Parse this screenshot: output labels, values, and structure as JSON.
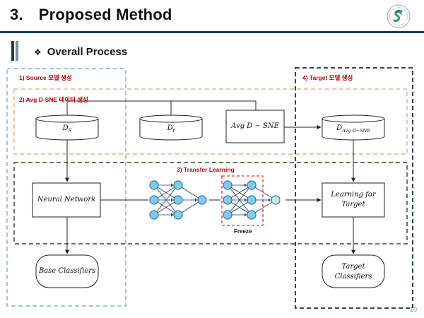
{
  "slide": {
    "number": "3.",
    "title": "Proposed Method",
    "section": "Overall Process",
    "section_bullet": "❖",
    "page_number": "10"
  },
  "regions": {
    "source": "1) Source 모델 생성",
    "avg_dsne": "2) Avg D-SNE 데이터 생성",
    "transfer": "3) Transfer Learning",
    "target": "4) Target 모델 생성"
  },
  "nodes": {
    "ds_base": "D",
    "ds_sub": "S",
    "dt_base": "D",
    "dt_sub": "t",
    "avg_dsne": "Avg D − SNE",
    "d_avg_base": "D",
    "d_avg_sub": "Avg D−SNE",
    "neural_network": "Neural Network",
    "learning_target_line1": "Learning for",
    "learning_target_line2": "Target",
    "base_classifiers": "Base Classifiers",
    "target_classifiers_line1": "Target",
    "target_classifiers_line2": "Classifiers"
  },
  "freeze_label": "Freeze",
  "colors": {
    "title_rule": "#1b3a5e",
    "source_box": "#8eaed0",
    "avg_box": "#f4b183",
    "transfer_box": "#3a4a2a",
    "target_box": "#1b2a4a",
    "label_red": "#c00000",
    "neuron_fill": "#7fcde8",
    "neuron_stroke": "#2e75b6",
    "freeze_box": "#e03030"
  }
}
